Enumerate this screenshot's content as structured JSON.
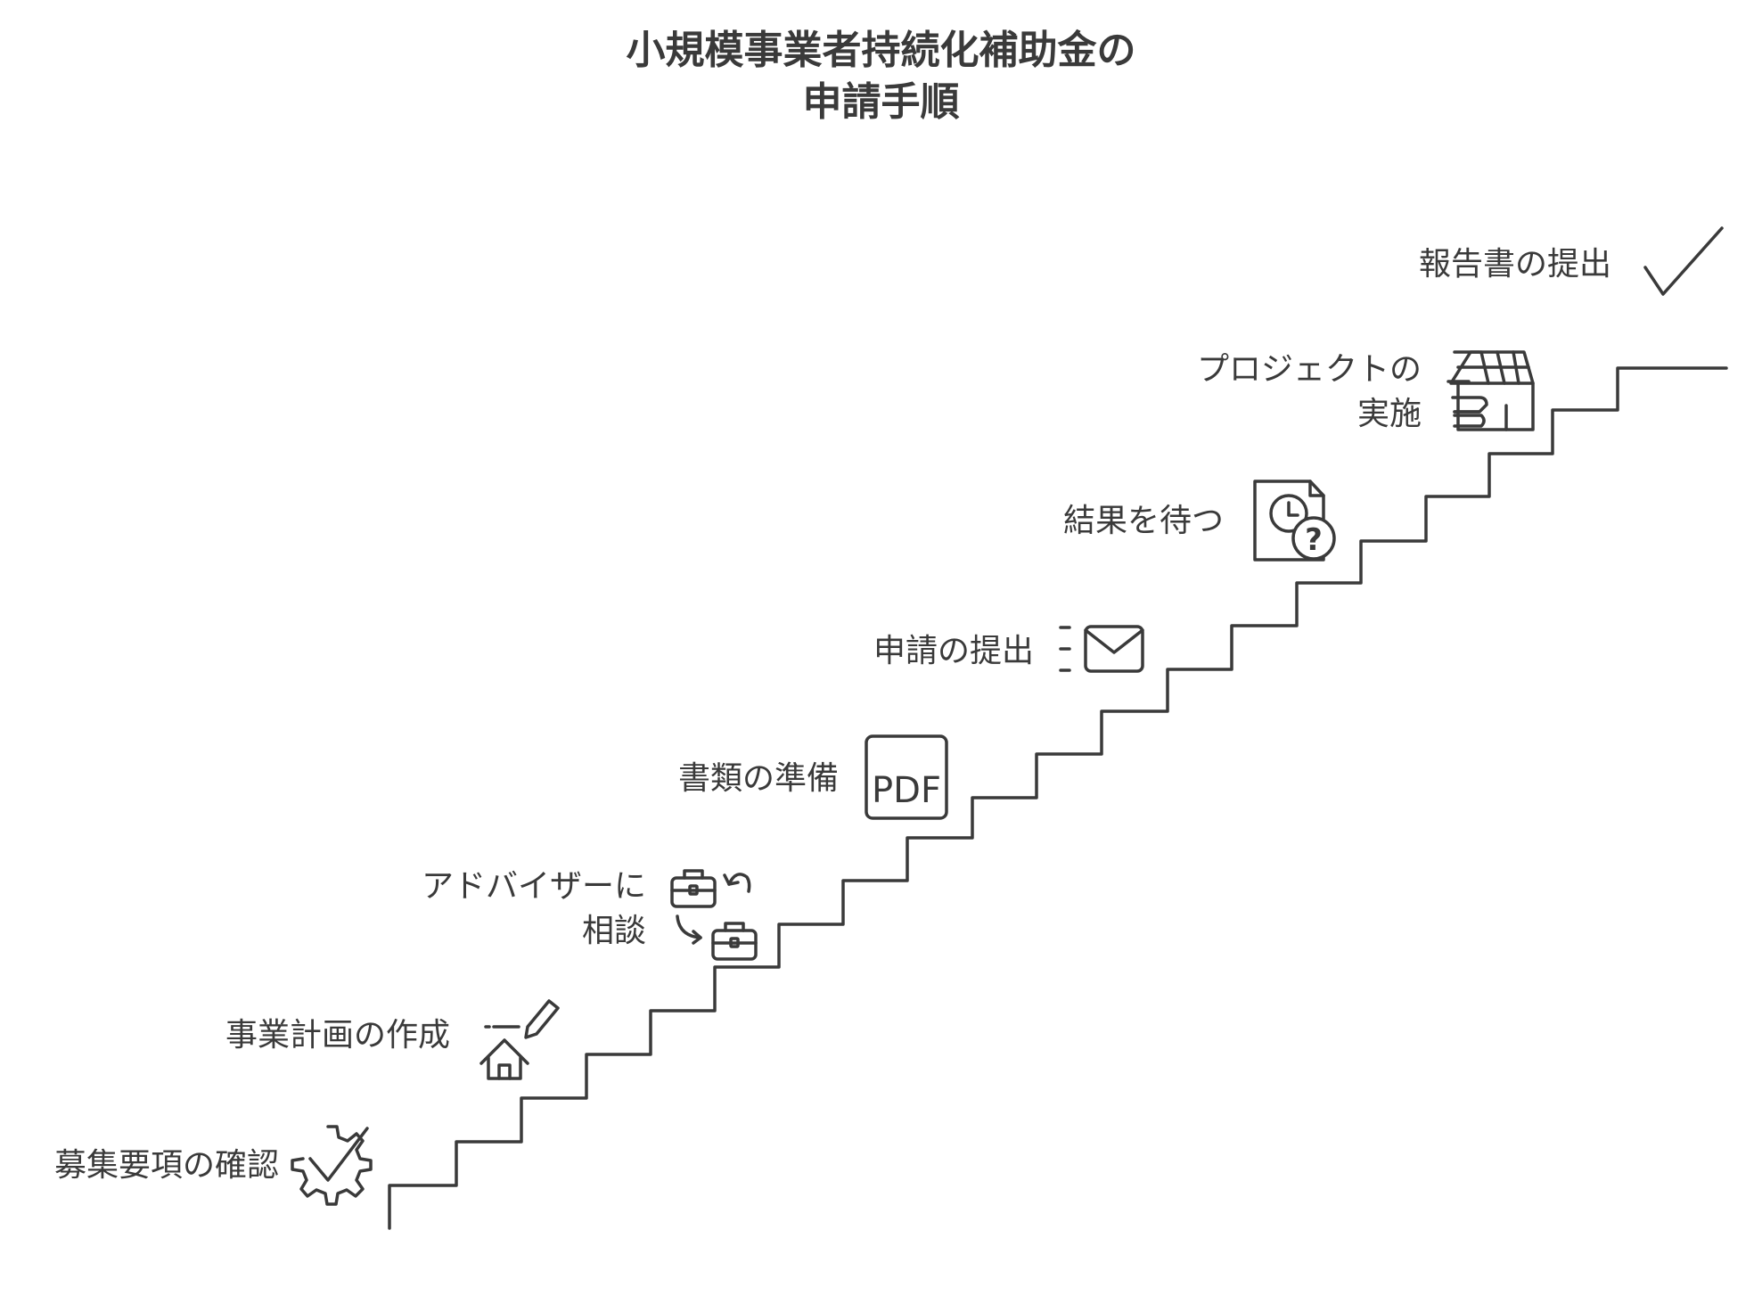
{
  "title": {
    "line1": "小規模事業者持続化補助金の",
    "line2": "申請手順"
  },
  "steps": [
    {
      "label_lines": [
        "募集要項の確認"
      ],
      "icon": "gear-check-icon"
    },
    {
      "label_lines": [
        "事業計画の作成"
      ],
      "icon": "house-pen-icon"
    },
    {
      "label_lines": [
        "アドバイザーに",
        "相談"
      ],
      "icon": "briefcase-exchange-icon"
    },
    {
      "label_lines": [
        "書類の準備"
      ],
      "icon": "pdf-document-icon",
      "icon_text": "PDF"
    },
    {
      "label_lines": [
        "申請の提出"
      ],
      "icon": "envelope-send-icon"
    },
    {
      "label_lines": [
        "結果を待つ"
      ],
      "icon": "document-clock-question-icon",
      "icon_text": "?"
    },
    {
      "label_lines": [
        "プロジェクトの",
        "実施"
      ],
      "icon": "house-solar-panel-icon"
    },
    {
      "label_lines": [
        "報告書の提出"
      ],
      "icon": "checkmark-icon"
    }
  ],
  "colors": {
    "stroke": "#3a3a3a",
    "background": "#ffffff"
  }
}
